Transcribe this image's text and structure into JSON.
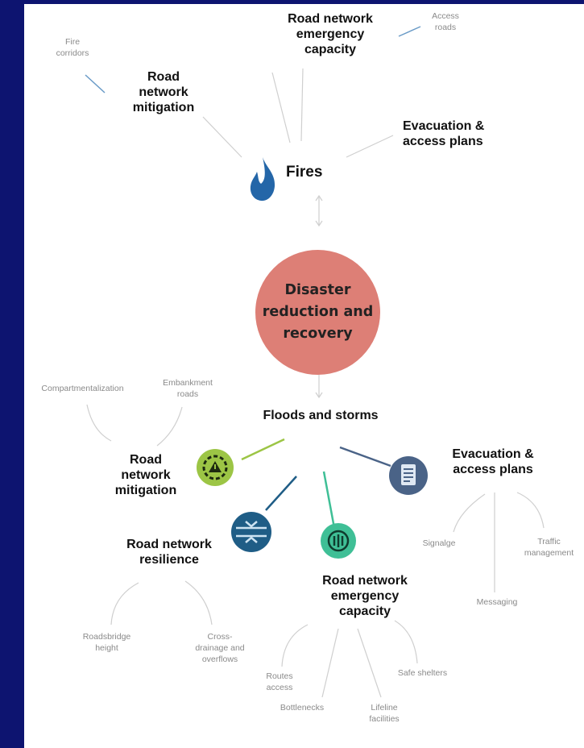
{
  "colors": {
    "frame": "#0d1470",
    "center": "#dd7f76",
    "fire": "#2466a8",
    "mitigation": "#9cc545",
    "resilience": "#1f5d86",
    "emergency": "#3fbf96",
    "evacuation": "#4a6387",
    "line": "#cfcfcf"
  },
  "center": {
    "label": "Disaster\nreduction and\nrecovery"
  },
  "fires": {
    "label": "Fires",
    "branches": {
      "mitigation": {
        "label": "Road\nnetwork\nmitigation",
        "sub": [
          "Fire\ncorridors"
        ]
      },
      "emergency": {
        "label": "Road network\nemergency\ncapacity",
        "sub": [
          "Access\nroads"
        ]
      },
      "evacuation": {
        "label": "Evacuation &\naccess plans"
      }
    }
  },
  "floods": {
    "label": "Floods and storms",
    "branches": {
      "mitigation": {
        "label": "Road\nnetwork\nmitigation",
        "sub": [
          "Compartmentalization",
          "Embankment\nroads"
        ]
      },
      "resilience": {
        "label": "Road network\nresilience",
        "sub": [
          "Roadsbridge\nheight",
          "Cross-\ndrainage and\noverflows"
        ]
      },
      "emergency": {
        "label": "Road network\nemergency\ncapacity",
        "sub": [
          "Routes\naccess",
          "Bottlenecks",
          "Lifeline\nfacilities",
          "Safe shelters"
        ]
      },
      "evacuation": {
        "label": "Evacuation &\naccess plans",
        "sub": [
          "Signalge",
          "Messaging",
          "Traffic\nmanagement"
        ]
      }
    }
  },
  "icons": {
    "fire": "flame-icon",
    "mitigation": "tools-warning-icon",
    "resilience": "bridge-icon",
    "emergency": "network-hub-icon",
    "evacuation": "checklist-icon"
  }
}
